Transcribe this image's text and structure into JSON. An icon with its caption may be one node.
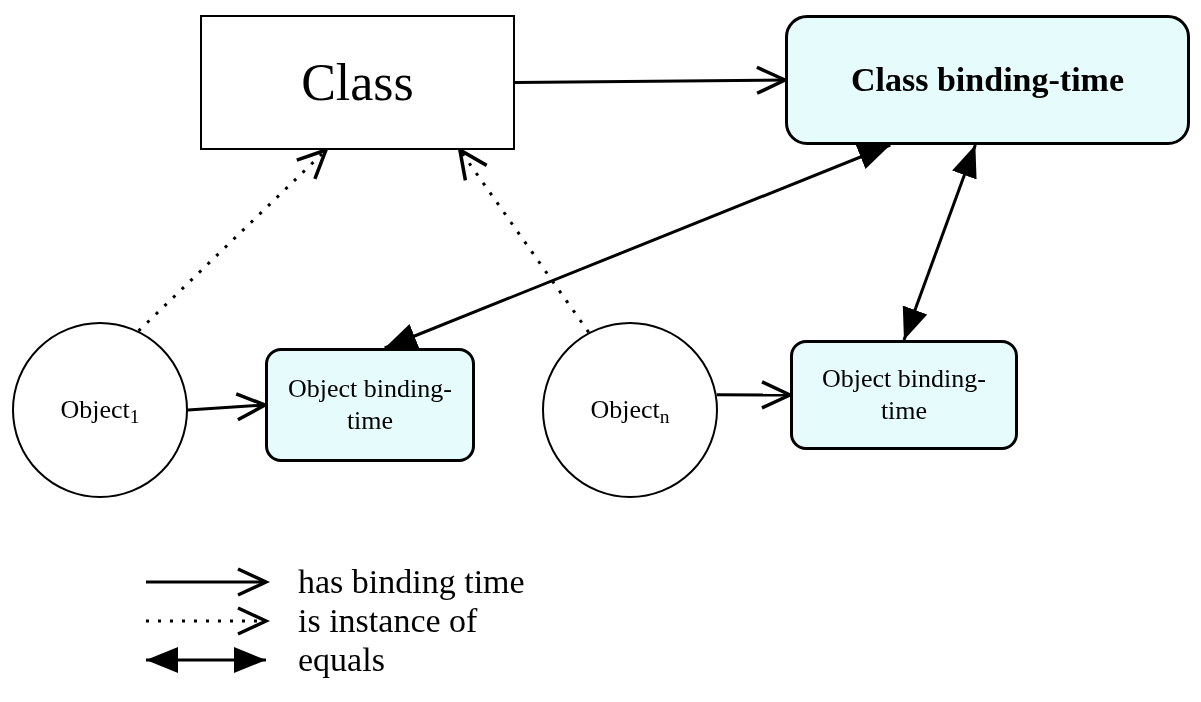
{
  "diagram": {
    "nodes": [
      {
        "text": [
          "Class"
        ]
      },
      {
        "text": [
          "Class binding-time"
        ]
      },
      {
        "text": [
          "Object$_{1}$"
        ]
      },
      {
        "text": [
          "Object binding-time"
        ]
      },
      {
        "text": [
          "Object$_{n}$"
        ]
      },
      {
        "text": [
          "Object binding-time"
        ]
      }
    ],
    "edges": [
      {
        "from": 0,
        "to": 1,
        "arrow": "to"
      },
      {
        "from": 2,
        "to": 0,
        "arrow": "to",
        "style": "dashed"
      },
      {
        "from": 4,
        "to": 0,
        "arrow": "to",
        "style": "dashed"
      },
      {
        "from": 3,
        "to": 1,
        "arrow": "both"
      },
      {
        "from": 1,
        "to": 5,
        "arrow": "both"
      },
      {
        "from": 2,
        "to": 3,
        "arrow": "to"
      },
      {
        "from": 4,
        "to": 5,
        "arrow": "to"
      }
    ],
    "legend": [
      {
        "text": "has binding time"
      },
      {
        "text": "is instance of"
      },
      {
        "text": "equals"
      }
    ]
  }
}
